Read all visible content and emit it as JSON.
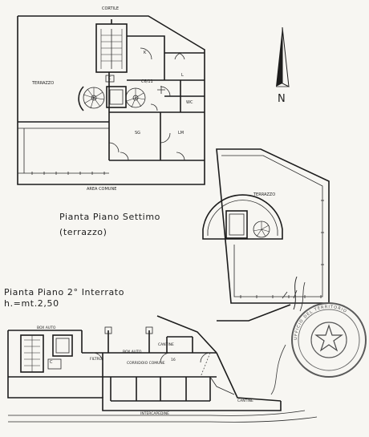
{
  "labels": {
    "cortile": "CORTILE",
    "terrazzo_left": "TERRAZZO",
    "k": "K",
    "l": "L",
    "c_top": "C",
    "c611": "C6/11",
    "wc": "WC",
    "sg": "SG",
    "lm": "LM",
    "area_comune": "AREA  COMUNE",
    "terrazzo_right": "TERRAZZO",
    "north": "N"
  },
  "titles": {
    "settimo_line1": "Pianta Piano Settimo",
    "settimo_line2": "(terrazzo)",
    "interrato_line1": "Pianta Piano 2° Interrato",
    "interrato_line2": "h.=mt.2,50"
  },
  "basement": {
    "box_auto_1": "BOX AUTO",
    "c": "C",
    "box_auto_2": "BOX AUTO",
    "filtro": "FILTRO",
    "corridoio_comune": "CORRIDOIO  COMUNE",
    "cantine_1": "CANTINE",
    "cantine_2": "CANTINE",
    "intercapedine": "INTERCAPEDINE",
    "number": "16"
  },
  "stamp": {
    "text": "UFFICIO DEL TERRITORIO"
  }
}
